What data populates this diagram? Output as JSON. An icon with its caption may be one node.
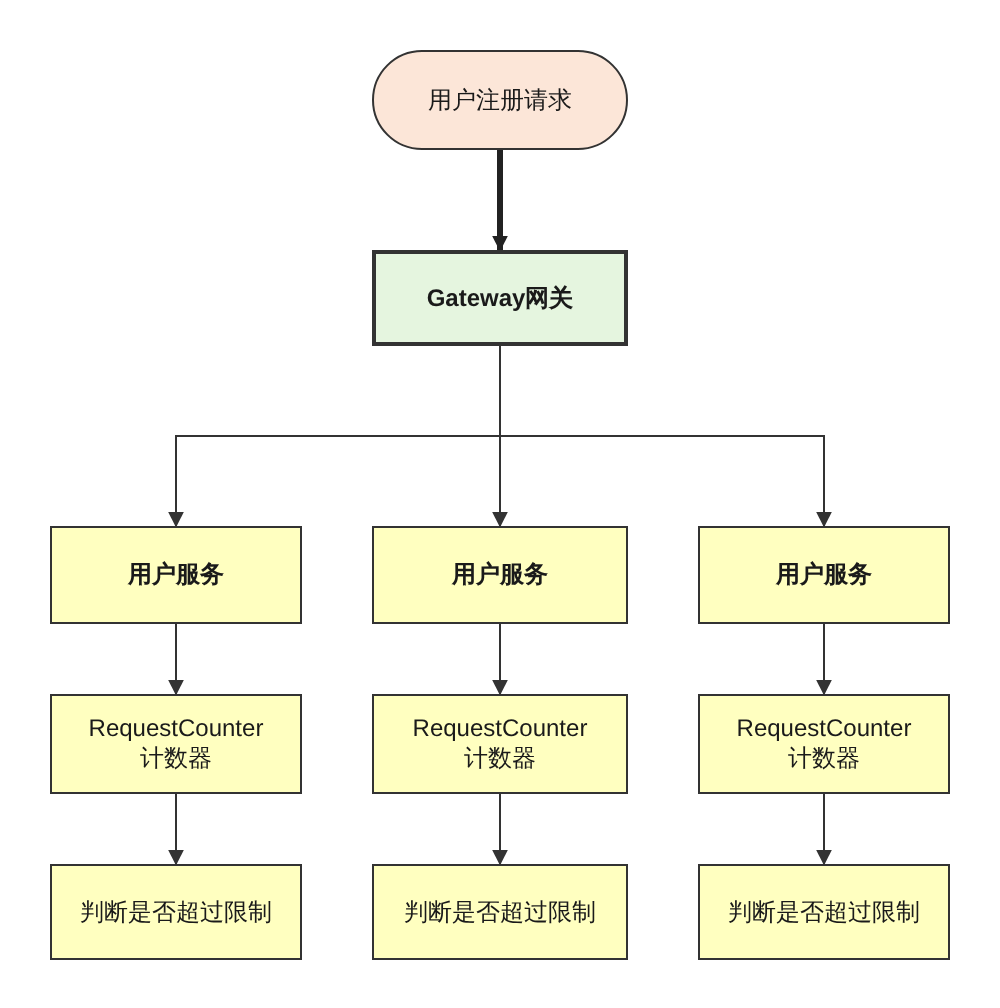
{
  "diagram": {
    "nodes": [
      {
        "text": [
          "用户注册请求"
        ]
      },
      {
        "text": [
          "Gateway网关"
        ]
      },
      {
        "text": [
          "用户服务"
        ]
      },
      {
        "text": [
          "用户服务"
        ]
      },
      {
        "text": [
          "用户服务"
        ]
      },
      {
        "text": [
          "RequestCounter 计数器"
        ]
      },
      {
        "text": [
          "RequestCounter 计数器"
        ]
      },
      {
        "text": [
          "RequestCounter 计数器"
        ]
      },
      {
        "text": [
          "判断是否超过限制"
        ]
      },
      {
        "text": [
          "判断是否超过限制"
        ]
      },
      {
        "text": [
          "判断是否超过限制"
        ]
      }
    ],
    "edges": [
      {
        "from": 0,
        "to": 1,
        "arrow": "to",
        "style": "thick"
      },
      {
        "from": 1,
        "to": 2,
        "arrow": "to"
      },
      {
        "from": 1,
        "to": 3,
        "arrow": "to"
      },
      {
        "from": 1,
        "to": 4,
        "arrow": "to"
      },
      {
        "from": 2,
        "to": 5,
        "arrow": "to"
      },
      {
        "from": 3,
        "to": 6,
        "arrow": "to"
      },
      {
        "from": 4,
        "to": 7,
        "arrow": "to"
      },
      {
        "from": 5,
        "to": 8,
        "arrow": "to"
      },
      {
        "from": 6,
        "to": 9,
        "arrow": "to"
      },
      {
        "from": 7,
        "to": 10,
        "arrow": "to"
      }
    ]
  }
}
